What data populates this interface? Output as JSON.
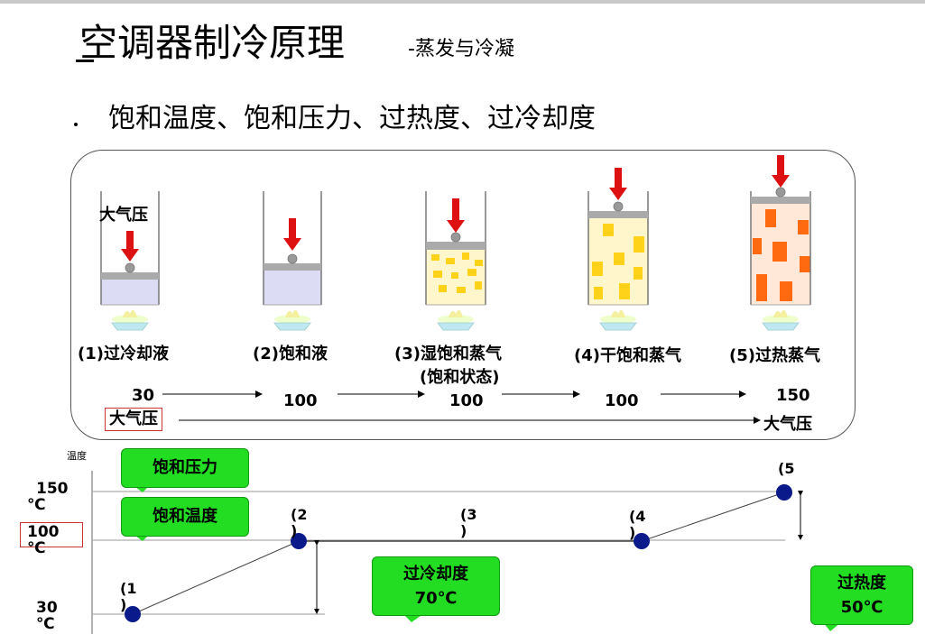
{
  "title": "空调器制冷原理",
  "subtitle": "-蒸发与冷凝",
  "bullet": "饱和温度、饱和压力、过热度、过冷却度",
  "states": [
    {
      "label": "(1)过冷却液"
    },
    {
      "label": "(2)饱和液"
    },
    {
      "label": "(3)湿饱和蒸气",
      "label2": "(饱和状态)"
    },
    {
      "label": "(4)干饱和蒸气"
    },
    {
      "label": "(5)过热蒸气"
    }
  ],
  "atmospheric_pressure": "大气压",
  "temperatures": [
    "30",
    "100",
    "100",
    "100",
    "150"
  ],
  "graph": {
    "y_title": "温度",
    "y_ticks": [
      {
        "value": "150",
        "unit": "℃"
      },
      {
        "value": "100",
        "unit": "℃"
      },
      {
        "value": "30",
        "unit": "℃"
      }
    ],
    "point_labels": [
      "(1\n)",
      "(2\n)",
      "(3\n)",
      "(4\n)",
      "(5"
    ],
    "sat_pressure": "饱和压力",
    "sat_temperature": "饱和温度",
    "subcooling": "过冷却度",
    "subcooling_value": "70℃",
    "superheat": "过热度",
    "superheat_value": "50℃"
  },
  "colors": {
    "arrow": "#dd1111",
    "bubble": "#22dd22",
    "point": "#0a1a8a",
    "liquid": "#dcdcf4",
    "vapor_sat": "#ffd21a",
    "vapor_super": "#ff6a10"
  }
}
